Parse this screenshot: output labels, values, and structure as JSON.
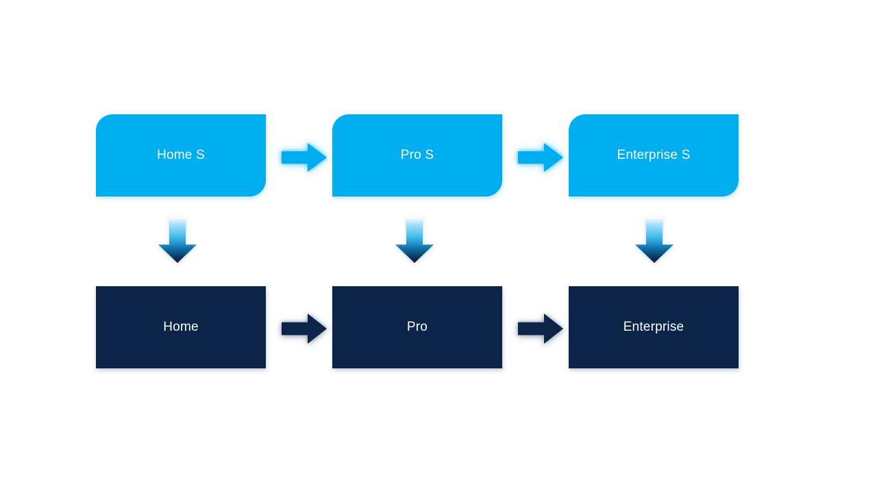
{
  "diagram": {
    "top_row": [
      {
        "label": "Home S"
      },
      {
        "label": "Pro S"
      },
      {
        "label": "Enterprise S"
      }
    ],
    "bottom_row": [
      {
        "label": "Home"
      },
      {
        "label": "Pro"
      },
      {
        "label": "Enterprise"
      }
    ],
    "colors": {
      "light_blue": "#00AEEF",
      "dark_navy": "#0B2447",
      "text": "#FFFFFF",
      "background": "#FFFFFF"
    }
  }
}
